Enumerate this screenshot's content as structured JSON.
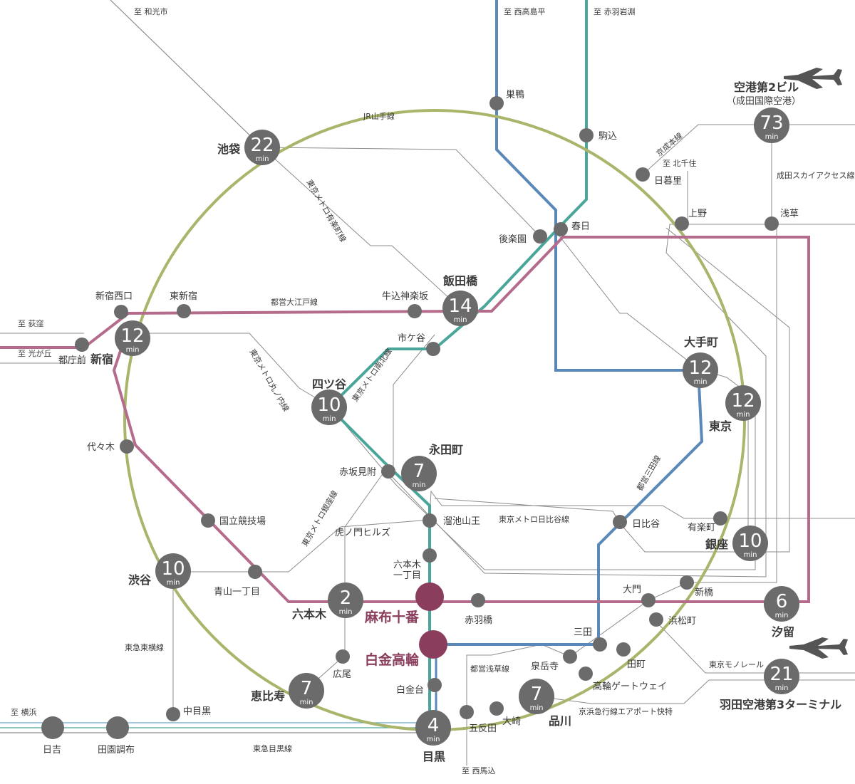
{
  "colors": {
    "yamanote": "#a9b56a",
    "oedo": "#b56b8c",
    "namboku": "#4aa69a",
    "mita": "#5a88b8",
    "thin": "#8c8c8c",
    "node": "#6b6b6b",
    "highlight": "#8a3d5c"
  },
  "highlight_stations": {
    "azabu": "麻布十番",
    "shirokane": "白金高輪"
  },
  "destinations": {
    "wako": "至 和光市",
    "nishitakashimadaira": "至 西高島平",
    "akabaneiwabuchi": "至 赤羽岩淵",
    "kitasenju": "至 北千住",
    "ogikubo": "至 荻窪",
    "hikarigaoka": "至 光が丘",
    "yokohama": "至 横浜",
    "nishimagome": "至 西馬込"
  },
  "line_labels": {
    "yamanote": "JR山手線",
    "yurakucho": "東京メトロ有楽町線",
    "oedo": "都営大江戸線",
    "marunouchi": "東京メトロ丸ノ内線",
    "namboku": "東京メトロ南北線",
    "ginza": "東京メトロ銀座線",
    "hibiya": "東京メトロ日比谷線",
    "mita": "都営三田線",
    "keisei": "京成本線",
    "skyaccess": "成田スカイアクセス線",
    "toyoko": "東急東横線",
    "meguro": "東急目黒線",
    "asakusa": "都営浅草線",
    "monorail": "東京モノレール",
    "keikyu": "京浜急行線エアポート快特"
  },
  "min_unit": "min",
  "key_stations": {
    "ikebukuro": {
      "name": "池袋",
      "min": "22"
    },
    "shinjuku": {
      "name": "新宿",
      "min": "12"
    },
    "iidabashi": {
      "name": "飯田橋",
      "min": "14"
    },
    "yotsuya": {
      "name": "四ツ谷",
      "min": "10"
    },
    "nagatacho": {
      "name": "永田町",
      "min": "7"
    },
    "otemachi": {
      "name": "大手町",
      "min": "12"
    },
    "tokyo": {
      "name": "東京",
      "min": "12"
    },
    "ginza": {
      "name": "銀座",
      "min": "10"
    },
    "shiodome": {
      "name": "汐留",
      "min": "6"
    },
    "shibuya": {
      "name": "渋谷",
      "min": "10"
    },
    "roppongi": {
      "name": "六本木",
      "min": "2"
    },
    "ebisu": {
      "name": "恵比寿",
      "min": "7"
    },
    "meguro": {
      "name": "目黒",
      "min": "4"
    },
    "shinagawa": {
      "name": "品川",
      "min": "7"
    },
    "narita": {
      "name": "空港第2ビル",
      "sub": "（成田国際空港）",
      "min": "73"
    },
    "haneda": {
      "name": "羽田空港第3ターミナル",
      "min": "21"
    }
  },
  "stations": {
    "sugamo": "巣鴨",
    "komagome": "駒込",
    "nippori": "日暮里",
    "ueno": "上野",
    "asakusa": "浅草",
    "korakuen": "後楽園",
    "kasuga": "春日",
    "shinjukunishiguchi": "新宿西口",
    "higashishinjuku": "東新宿",
    "ushigome": "牛込神楽坂",
    "tochomae": "都庁前",
    "ichigaya": "市ケ谷",
    "yoyogi": "代々木",
    "kokuritsu": "国立競技場",
    "akasakamitsuke": "赤坂見附",
    "tameike": "溜池山王",
    "toranomon": "虎ノ門ヒルズ",
    "roppongiitchome": "六本木\n一丁目",
    "aoyama": "青山一丁目",
    "akabanebashi": "赤羽橋",
    "yurakucho": "有楽町",
    "hibiya": "日比谷",
    "shimbashi": "新橋",
    "daimon": "大門",
    "hamamatsucho": "浜松町",
    "mita": "三田",
    "sengakuji": "泉岳寺",
    "tamachi": "田町",
    "takanawa": "高輪ゲートウェイ",
    "hiroo": "広尾",
    "shirokanedai": "白金台",
    "gotanda": "五反田",
    "osaki": "大崎",
    "nakameguro": "中目黒",
    "hiyoshi": "日吉",
    "denen": "田園調布"
  }
}
